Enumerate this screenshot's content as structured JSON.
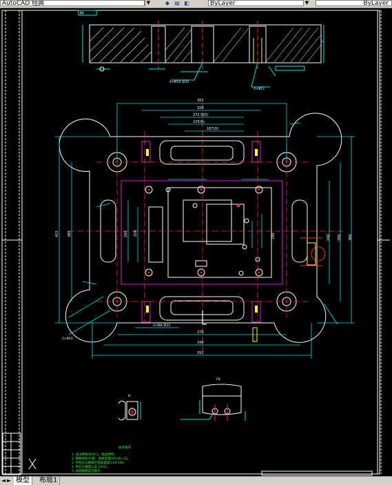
{
  "toolbar": {
    "workspace_text": "AutoCAD 经典",
    "layer_text": "ByLayer",
    "linetype_text": "ByLayer"
  },
  "drawing": {
    "section_mark": "M",
    "dims_top": [
      "352",
      "320",
      "272.5(D)",
      "225(R)",
      "187(D)"
    ],
    "dims_left": [
      "200",
      "226",
      "380",
      "415"
    ],
    "dims_right": [
      "180",
      "240",
      "280",
      "380"
    ],
    "dims_bottom": [
      "270",
      "340",
      "352"
    ],
    "hole_callouts": [
      "4×M8-深15",
      "4×M10-深20",
      "4×Φ13",
      "2×Φ16"
    ],
    "detail_labels": [
      "B",
      "FB"
    ],
    "notes_title": "技术要求",
    "notes": [
      "1. 未注倒角均为C1，锐边倒钝。",
      "2. 模板材料45钢，调质处理HRC28~32。",
      "3. 导柱孔与模板平面垂直度0.02/100。",
      "4. 各孔位置度公差±0.01。",
      "5. 表面粗糙度见图示。"
    ],
    "ucs_glyph": "X"
  },
  "tabs": {
    "model": "模型",
    "layout": "布局1"
  },
  "colors": {
    "background": "#000000",
    "lines_white": "#ffffff",
    "dim_cyan": "#00e6e6",
    "center_red": "#ff3030",
    "outline_magenta": "#e020e0",
    "note_green": "#30ff30",
    "hatch_yellow": "#ffff40"
  }
}
